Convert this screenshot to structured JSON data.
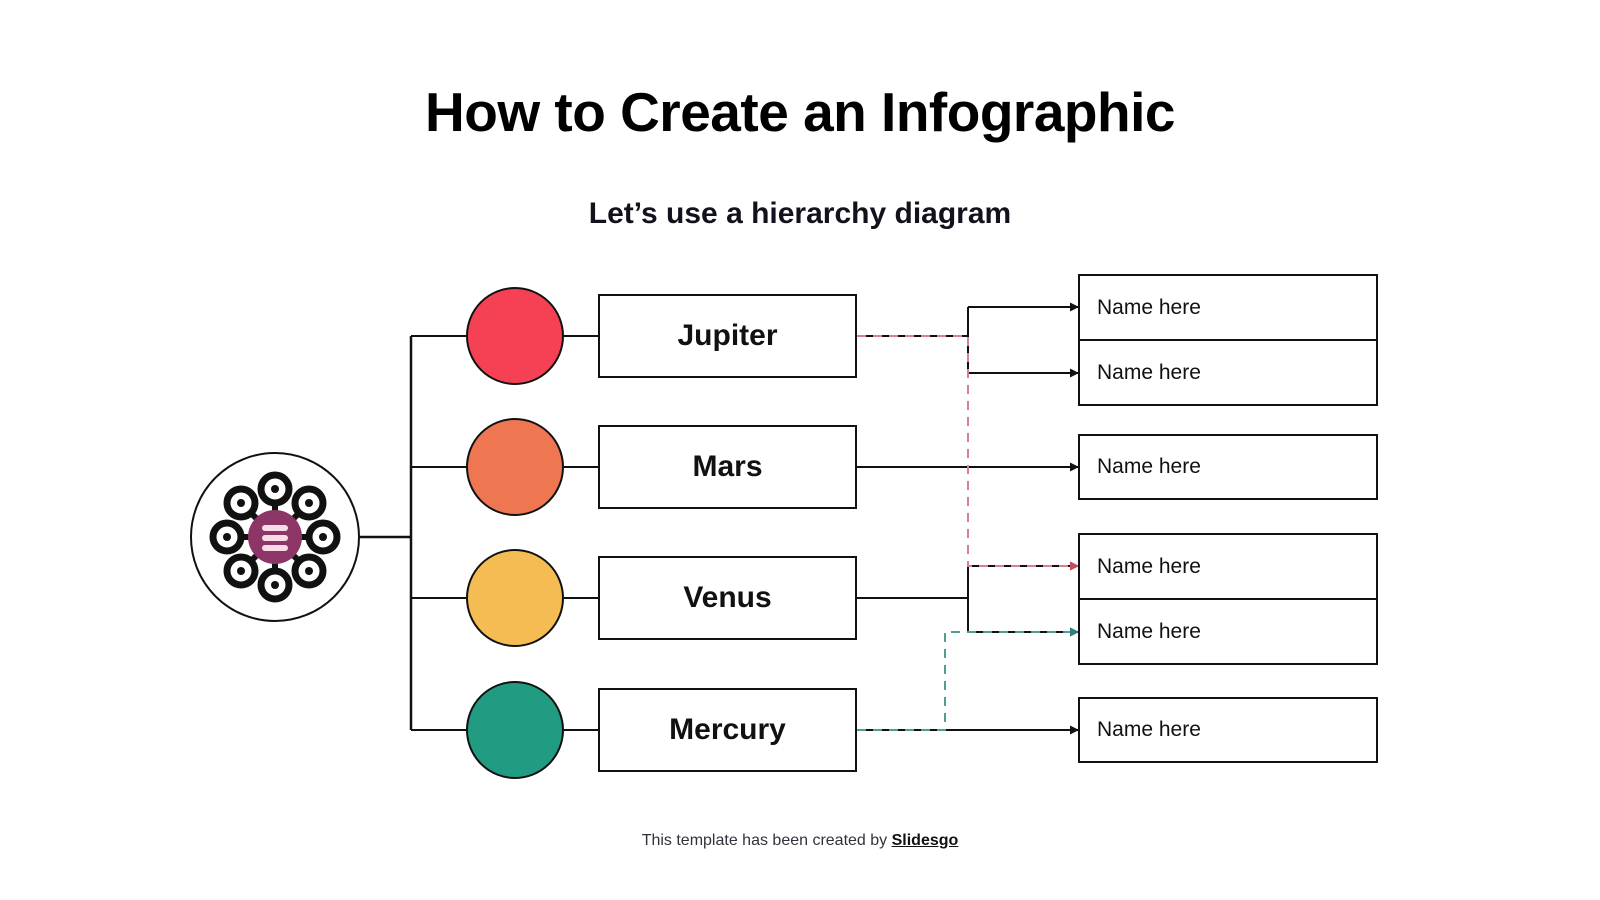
{
  "header": {
    "title": "How to Create an Infographic",
    "subtitle": "Let’s use a hierarchy diagram"
  },
  "footer": {
    "text_prefix": "This template has been created by ",
    "brand": "Slidesgo"
  },
  "hub": {
    "icon_name": "network-hub-icon",
    "center_color": "#8C3566",
    "node_color": "#111111",
    "ring_color": "#111111"
  },
  "diagram": {
    "type": "hierarchy",
    "nodes": [
      {
        "id": "jupiter",
        "label": "Jupiter",
        "color": "#F64155",
        "children": [
          "Name here",
          "Name here"
        ]
      },
      {
        "id": "mars",
        "label": "Mars",
        "color": "#EE7650",
        "children": [
          "Name here"
        ]
      },
      {
        "id": "venus",
        "label": "Venus",
        "color": "#F4BC52",
        "children": [
          "Name here",
          "Name here"
        ]
      },
      {
        "id": "mercury",
        "label": "Mercury",
        "color": "#219C83",
        "children": [
          "Name here"
        ]
      }
    ],
    "cross_links": [
      {
        "id": "jupiter-to-venus-child-1",
        "from": "jupiter",
        "to": "venus-child-1",
        "color": "#D9808E",
        "style": "dashed"
      },
      {
        "id": "mercury-to-venus-child-2",
        "from": "mercury",
        "to": "venus-child-2",
        "color": "#4E9E95",
        "style": "dashed"
      }
    ],
    "line_color": "#111111"
  }
}
